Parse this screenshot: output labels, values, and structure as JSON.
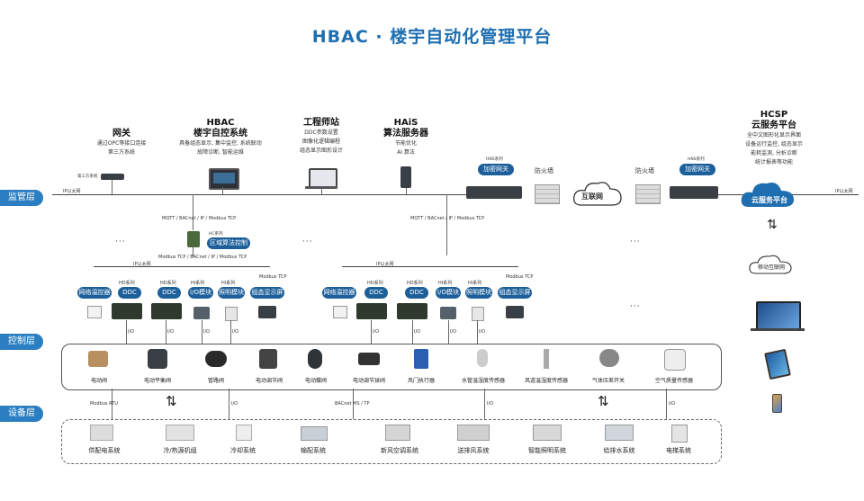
{
  "title": "HBAC · 楼宇自动化管理平台",
  "layers": {
    "monitor": "监管层",
    "control": "控制层",
    "device": "设备层"
  },
  "systems": [
    {
      "title": "网关",
      "desc": [
        "通过OPC等接口连接",
        "第三方系统"
      ]
    },
    {
      "title": "HBAC",
      "title2": "楼宇自控系统",
      "desc": [
        "具备组态显示, 集中监控, 系统联动",
        "故障诊断, 智能运维"
      ]
    },
    {
      "title": "工程师站",
      "desc": [
        "DDC参数设置",
        "图像化逻辑编程",
        "组态显示图形设计"
      ]
    },
    {
      "title": "HAiS",
      "title2": "算法服务器",
      "desc": [
        "节能优化",
        "AI 算法"
      ]
    },
    {
      "title": "HCSP",
      "title2": "云服务平台",
      "desc": [
        "全中文图形化显示界面",
        "设备运行监控, 组态显示",
        "能耗监测, 分析诊断",
        "统计报表等功能"
      ]
    }
  ],
  "labels": {
    "third_party": "第三方系统",
    "ip_ethernet_left": "IP以太网",
    "ip_ethernet_right": "IP以太网",
    "hns_left": "HNS系列",
    "hns_right": "HNS系列",
    "encrypt_gateway": "加密网关",
    "firewall": "防火墙",
    "internet": "互联网",
    "cloud_platform": "云服务平台",
    "mobile_internet": "移动互联网",
    "protocol_left": "MQTT / BACnet / IP / Modbus TCP",
    "protocol_mid": "MQTT / BACnet / IP / Modbus TCP",
    "hc_series": "HC系列",
    "area_controller": "区域算法控制器",
    "modbus_bacnet": "Modbus TCP / BACnet / IP / Modbus TCP",
    "ip_ethernet_ctrl_left": "IP以太网",
    "ip_ethernet_ctrl_right": "IP以太网",
    "io": "I/O",
    "modbus_rtu": "Modbus RTU",
    "bacnet_ms_tp": "BACnet MS / TP",
    "dots": "···"
  },
  "controller_groups": [
    {
      "subs": [
        "",
        "HD系列",
        "HD系列",
        "HI系列",
        "HI系列",
        "Modbus TCP"
      ],
      "pills": [
        "网络温控器",
        "DDC",
        "DDC",
        "I/O模块",
        "照明模块",
        "组态显示屏"
      ]
    },
    {
      "subs": [
        "",
        "HD系列",
        "HD系列",
        "HI系列",
        "HI系列",
        "Modbus TCP"
      ],
      "pills": [
        "网络温控器",
        "DDC",
        "DDC",
        "I/O模块",
        "照明模块",
        "组态显示屏"
      ]
    }
  ],
  "devices": [
    "电动阀",
    "电动平衡阀",
    "管路阀",
    "电动调节阀",
    "电动蝶阀",
    "电动调节球阀",
    "风门执行器",
    "水管温湿度传感器",
    "风道温湿度传感器",
    "气体压差开关",
    "空气质量传感器"
  ],
  "subsystems": [
    "供配电系统",
    "冷/热源机组",
    "冷却系统",
    "输配系统",
    "新风空调系统",
    "送排风系统",
    "智能照明系统",
    "给排水系统",
    "电梯系统"
  ],
  "colors": {
    "accent": "#1f6fb0",
    "pill": "#1c5f9a",
    "tab": "#2a7ec1"
  }
}
